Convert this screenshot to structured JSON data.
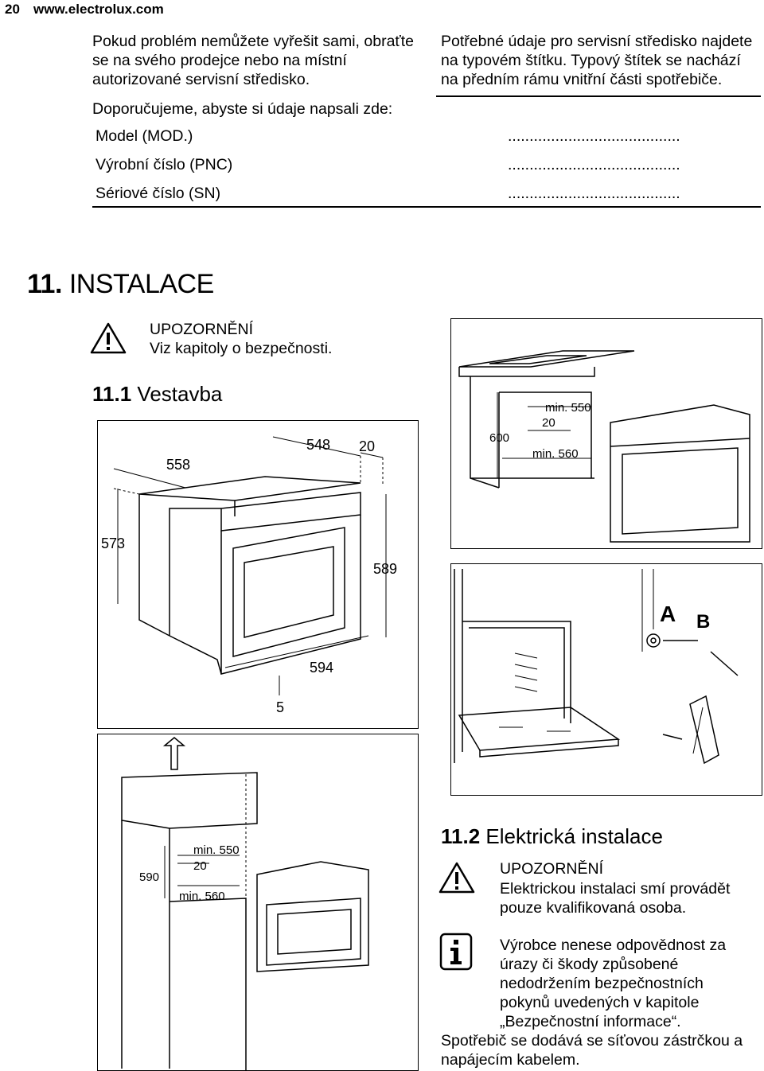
{
  "header": {
    "page_number": "20",
    "url": "www.electrolux.com"
  },
  "service": {
    "left_text": "Pokud problém nemůžete vyřešit sami, obraťte se na svého prodejce nebo na místní autorizované servisní středisko.",
    "right_text": "Potřebné údaje pro servisní středisko najdete na typovém štítku. Typový štítek se nachází na předním rámu vnitřní části spotřebiče.",
    "recommend": "Doporučujeme, abyste si údaje napsali zde:",
    "fields": [
      {
        "label": "Model (MOD.)",
        "value": "........................................"
      },
      {
        "label": "Výrobní číslo (PNC)",
        "value": "........................................"
      },
      {
        "label": "Sériové číslo (SN)",
        "value": "........................................"
      }
    ]
  },
  "section": {
    "number": "11.",
    "title": "INSTALACE"
  },
  "warning1": {
    "title": "UPOZORNĚNÍ",
    "text": "Viz kapitoly o bezpečnosti."
  },
  "sub1": {
    "number": "11.1",
    "title": "Vestavba"
  },
  "fig_oven": {
    "d558": "558",
    "d548": "548",
    "d20": "20",
    "d573": "573",
    "d589": "589",
    "d594": "594",
    "d5": "5"
  },
  "fig_under_counter": {
    "d600": "600",
    "dmin550": "min. 550",
    "d20": "20",
    "dmin560": "min. 560"
  },
  "fig_mount": {
    "label_a": "A",
    "label_b": "B"
  },
  "fig_column": {
    "d590": "590",
    "dmin550": "min. 550",
    "d20": "20",
    "dmin560": "min. 560"
  },
  "sub2": {
    "number": "11.2",
    "title": "Elektrická instalace"
  },
  "warning2": {
    "title": "UPOZORNĚNÍ",
    "text": "Elektrickou instalaci smí provádět pouze kvalifikovaná osoba."
  },
  "info": {
    "text": "Výrobce nenese odpovědnost za úrazy či škody způsobené nedodržením bezpečnostních pokynů uvedených v kapitole „Bezpečnostní informace“."
  },
  "closing": "Spotřebič se dodává se síťovou zástrčkou a napájecím kabelem."
}
